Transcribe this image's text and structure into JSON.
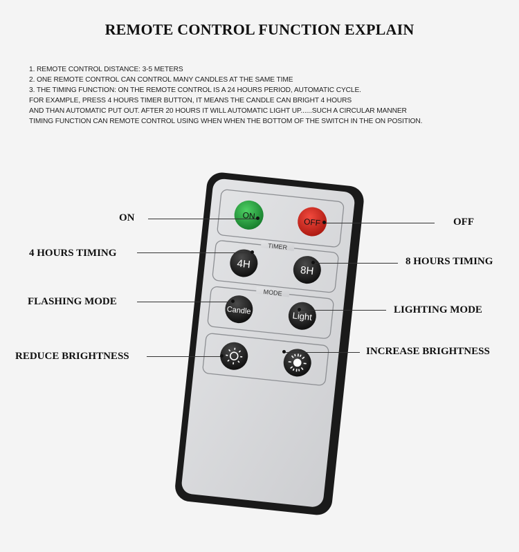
{
  "title": "REMOTE CONTROL FUNCTION EXPLAIN",
  "description": [
    "1. REMOTE CONTROL DISTANCE: 3-5 METERS",
    "2. ONE REMOTE CONTROL CAN CONTROL MANY CANDLES AT THE SAME TIME",
    "3. THE TIMING FUNCTION: ON THE REMOTE CONTROL IS A 24 HOURS PERIOD, AUTOMATIC CYCLE.",
    "FOR EXAMPLE, PRESS 4 HOURS TIMER BUTTON, IT MEANS THE CANDLE CAN BRIGHT 4 HOURS",
    "AND THAN AUTOMATIC PUT OUT. AFTER 20 HOURS IT WILL AUTOMATIC LIGHT UP......SUCH A CIRCULAR MANNER",
    "TIMING FUNCTION CAN REMOTE CONTROL USING WHEN WHEN THE BOTTOM OF THE SWITCH IN THE ON POSITION."
  ],
  "callouts": {
    "on": "ON",
    "off": "OFF",
    "timer_4h": "4 HOURS TIMING",
    "timer_8h": "8 HOURS TIMING",
    "flashing": "FLASHING MODE",
    "lighting": "LIGHTING MODE",
    "reduce": "REDUCE BRIGHTNESS",
    "increase": "INCREASE BRIGHTNESS"
  },
  "remote": {
    "on_button": "ON",
    "off_button": "OFF",
    "timer_group": "TIMER",
    "timer_4h_button": "4H",
    "timer_8h_button": "8H",
    "mode_group": "MODE",
    "candle_button": "Candle",
    "light_button": "Light"
  },
  "colors": {
    "background": "#f4f4f4",
    "remote_body": "#1a1a1a",
    "remote_face": "#d9dadc",
    "on_button": "#1f9b3a",
    "off_button": "#d42a22",
    "round_button": "#161616"
  },
  "icons": {
    "reduce": "sun-outline-icon",
    "increase": "sun-bright-icon"
  }
}
